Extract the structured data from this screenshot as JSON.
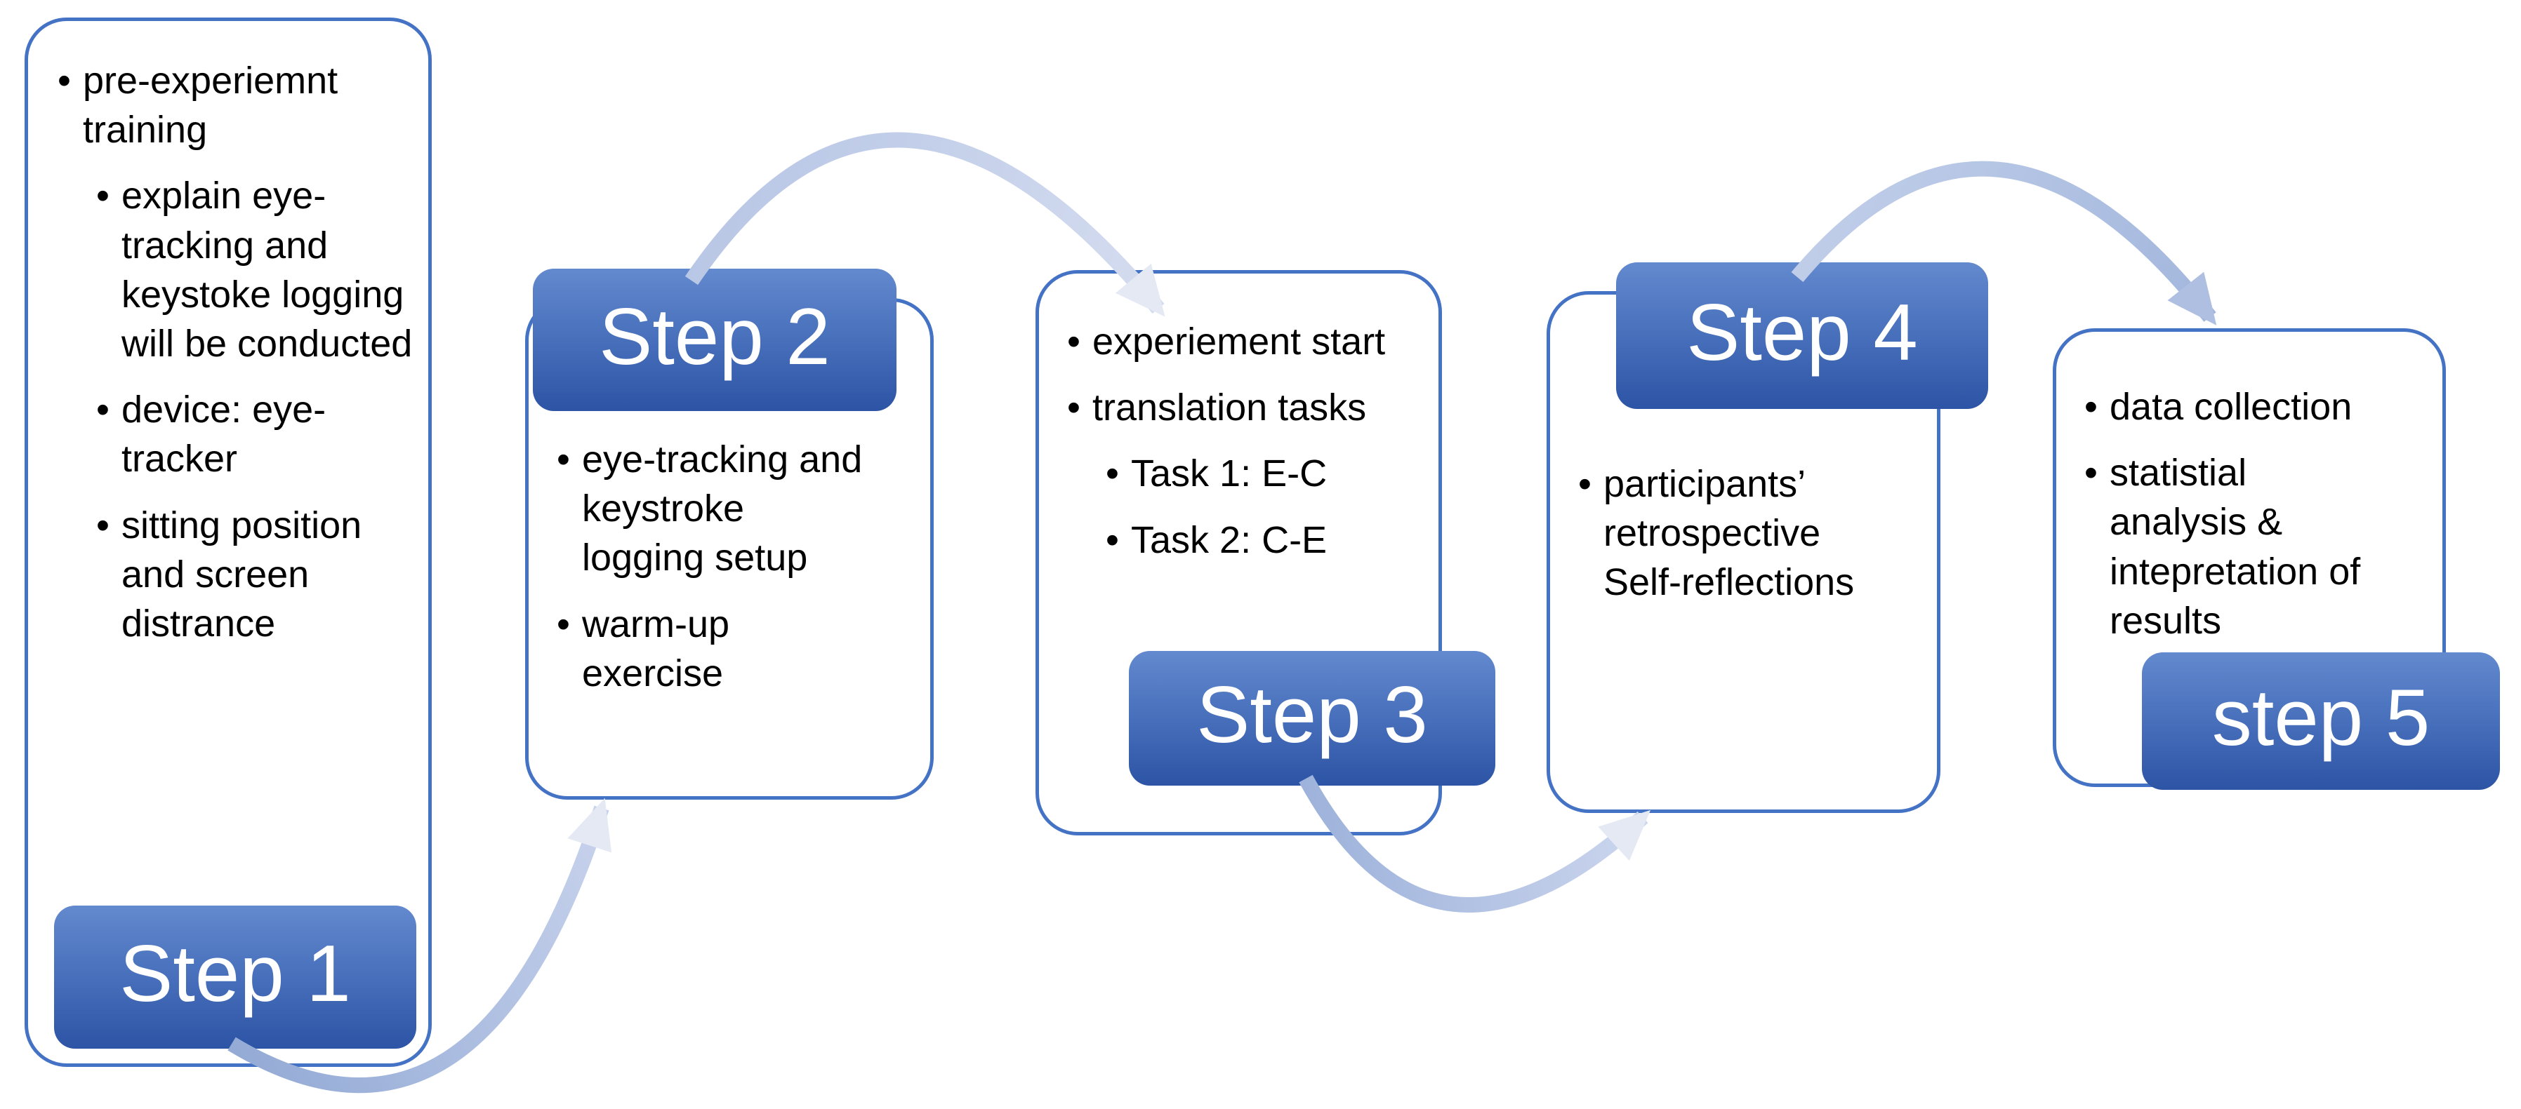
{
  "ui": {
    "bullet": "•"
  },
  "colors": {
    "box_border": "#4472c4",
    "badge_gradient_top": "#6389ce",
    "badge_gradient_bottom": "#2d54a5",
    "badge_text": "#ffffff",
    "arrow": "#aabdde",
    "arrow_head_pale": "#e4e9f4",
    "arrow_head_blue": "#aebfe2",
    "body_text": "#000000",
    "background": "#ffffff"
  },
  "boxes": [
    {
      "label": "Step 1",
      "items": [
        {
          "level": 1,
          "text": "pre-experiemnt training"
        },
        {
          "level": 2,
          "text": "explain eye-tracking and keystoke logging will be conducted"
        },
        {
          "level": 2,
          "text": "device: eye-tracker"
        },
        {
          "level": 2,
          "text": "sitting position and screen distrance"
        }
      ]
    },
    {
      "label": "Step 2",
      "items": [
        {
          "level": 1,
          "text": "eye-tracking and keystroke logging setup"
        },
        {
          "level": 1,
          "text": "warm-up exercise"
        }
      ]
    },
    {
      "label": "Step 3",
      "items": [
        {
          "level": 1,
          "text": "experiement start"
        },
        {
          "level": 1,
          "text": "translation tasks"
        },
        {
          "level": 2,
          "text": "Task 1: E-C"
        },
        {
          "level": 2,
          "text": "Task 2: C-E"
        }
      ]
    },
    {
      "label": "Step 4",
      "items": [
        {
          "level": 1,
          "text": "participants’ retrospective Self-reflections"
        }
      ]
    },
    {
      "label": "step 5",
      "items": [
        {
          "level": 1,
          "text": "data collection"
        },
        {
          "level": 1,
          "text": "statistial analysis & intepretation of results"
        }
      ]
    }
  ]
}
